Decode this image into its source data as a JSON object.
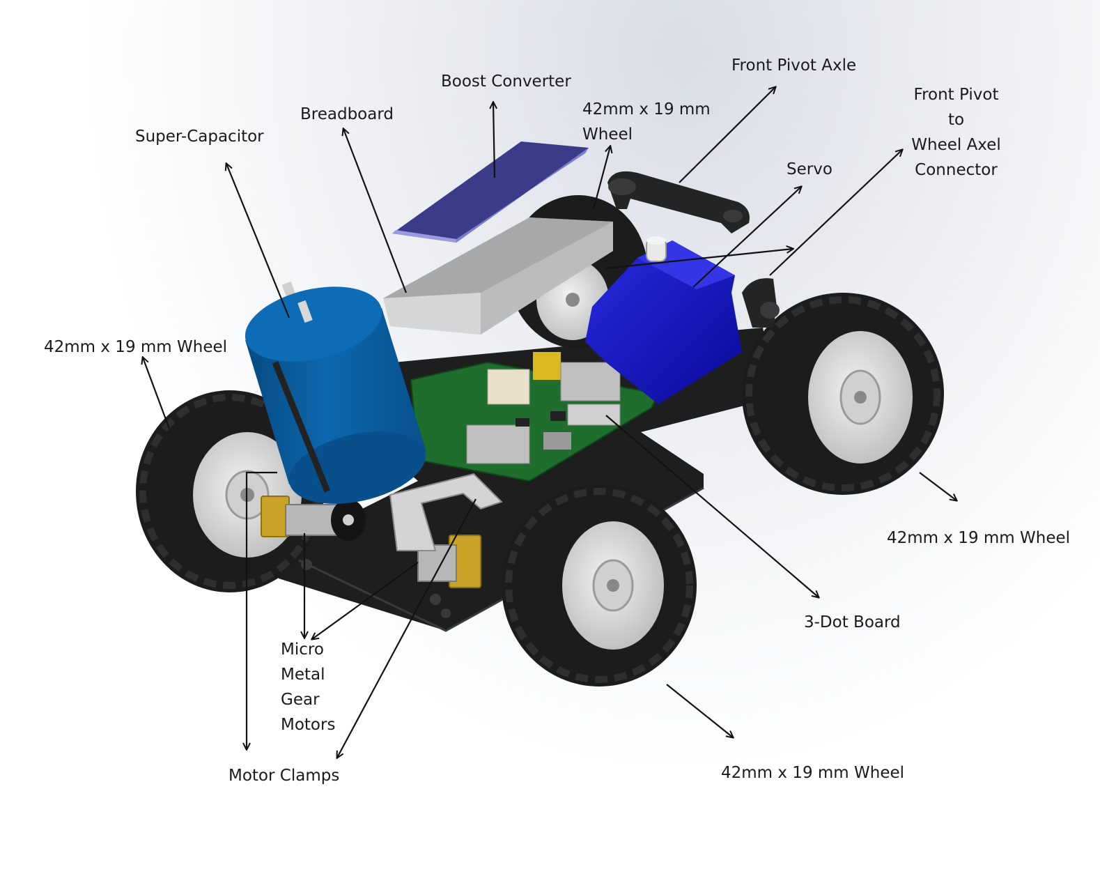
{
  "labels": {
    "boost_converter": "Boost Converter",
    "front_pivot_axle": "Front Pivot Axle",
    "front_pivot_connector": [
      "Front Pivot",
      "to",
      "Wheel Axel",
      "Connector"
    ],
    "breadboard": "Breadboard",
    "wheel_top": [
      "42mm x 19 mm",
      "Wheel"
    ],
    "super_capacitor": "Super-Capacitor",
    "servo": "Servo",
    "wheel_left": "42mm x 19 mm Wheel",
    "wheel_right": "42mm x 19 mm Wheel",
    "three_dot_board": "3-Dot Board",
    "micro_metal_gear_motors": [
      "Micro",
      "Metal",
      "Gear",
      "Motors"
    ],
    "motor_clamps": "Motor Clamps",
    "wheel_bottom": "42mm x 19 mm Wheel"
  },
  "colors": {
    "capacitor": "#0b5fa0",
    "servo": "#1a1acc",
    "boost_converter": "#3b3b8a",
    "breadboard": "#c8c8c8",
    "pcb": "#1f6e2e",
    "tire": "#1c1c1c",
    "rim": "#e6e6e6",
    "chassis": "#1e1e1e",
    "motor_mount": "#c9a227",
    "arrow": "#111111"
  }
}
